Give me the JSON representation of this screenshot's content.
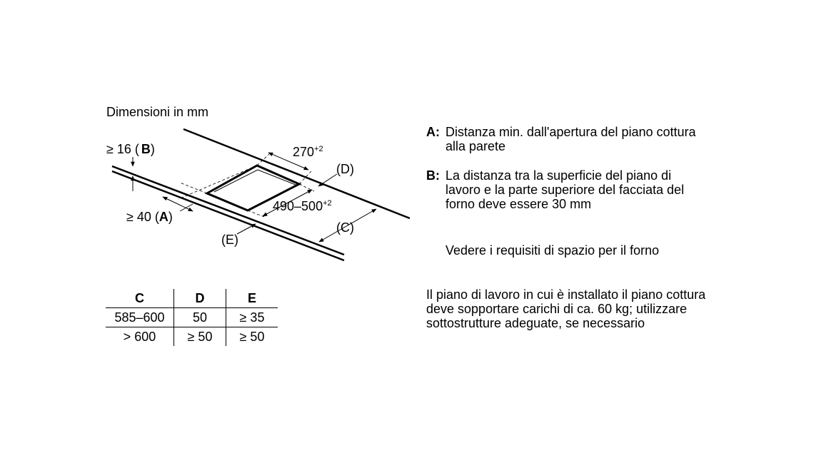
{
  "caption": "Dimensioni in mm",
  "diagram_labels": {
    "b_dim": "≥ 16 (",
    "b_key": "B",
    "b_close": ")",
    "a_dim": "≥ 40 (",
    "a_key": "A",
    "a_close": ")",
    "d_label": "(D)",
    "c_label": "(C)",
    "e_label": "(E)",
    "depth": "270",
    "depth_tol": "+2",
    "width": "490–500",
    "width_tol": "+2"
  },
  "table": {
    "headers": [
      "C",
      "D",
      "E"
    ],
    "rows": [
      [
        "585–600",
        "50",
        "≥ 35"
      ],
      [
        "> 600",
        "≥ 50",
        "≥ 50"
      ]
    ]
  },
  "notes": {
    "a_key": "A:",
    "a_text": "Distanza min. dall'apertura del piano cottura alla parete",
    "b_key": "B:",
    "b_text": "La distanza tra la superficie del piano di lavoro e la parte superiore del facciata del forno deve essere 30 mm",
    "oven": "Vedere i requisiti di spazio per il forno",
    "load": "Il piano di lavoro in cui è installato il piano cottura deve sopportare carichi di ca. 60 kg; utilizzare sottostrutture adeguate, se necessario"
  }
}
